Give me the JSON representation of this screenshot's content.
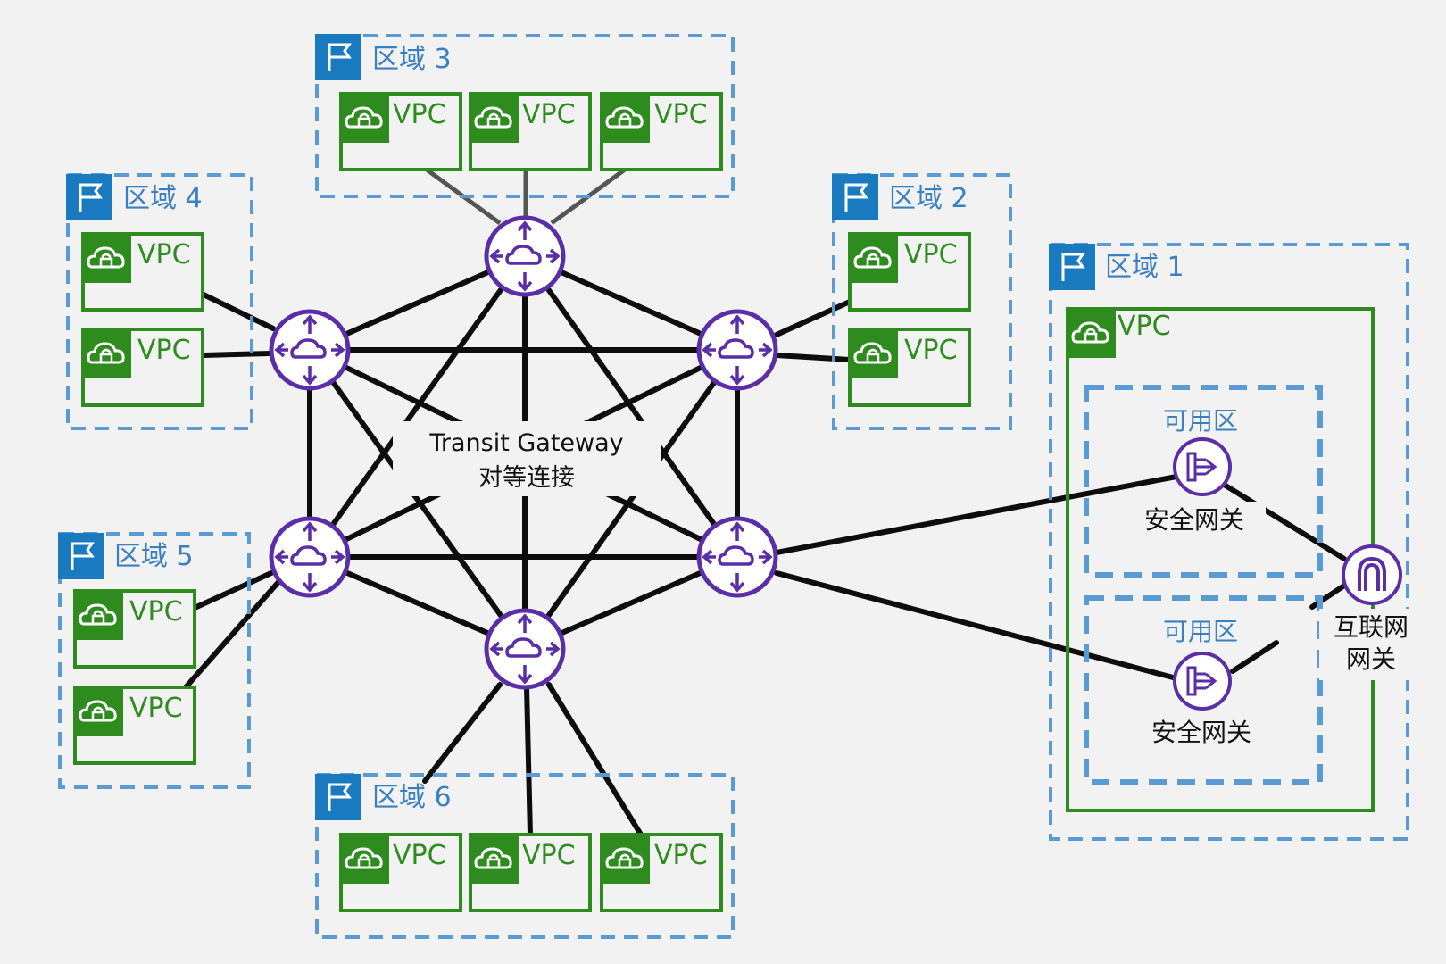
{
  "colors": {
    "region_border": "#5a9bd3",
    "region_tab": "#1a7abf",
    "vpc_green": "#2e8b1e",
    "tgw_purple": "#5a2ea6",
    "link": "#0d0d0d"
  },
  "regions": {
    "r1": "区域 1",
    "r2": "区域 2",
    "r3": "区域 3",
    "r4": "区域 4",
    "r5": "区域 5",
    "r6": "区域 6"
  },
  "vpc_label": "VPC",
  "tgw_peering": {
    "line1": "Transit Gateway",
    "line2": "对等连接"
  },
  "region1": {
    "vpc": "VPC",
    "az_top": "可用区",
    "az_bottom": "可用区",
    "sec_gw_top": "安全网关",
    "sec_gw_bottom": "安全网关",
    "igw_line1": "互联网",
    "igw_line2": "网关"
  },
  "icons": {
    "region": "flag-icon",
    "vpc": "cloud-lock-icon",
    "tgw": "transit-gateway-icon",
    "security_gateway": "network-firewall-icon",
    "internet_gateway": "internet-gateway-icon"
  }
}
